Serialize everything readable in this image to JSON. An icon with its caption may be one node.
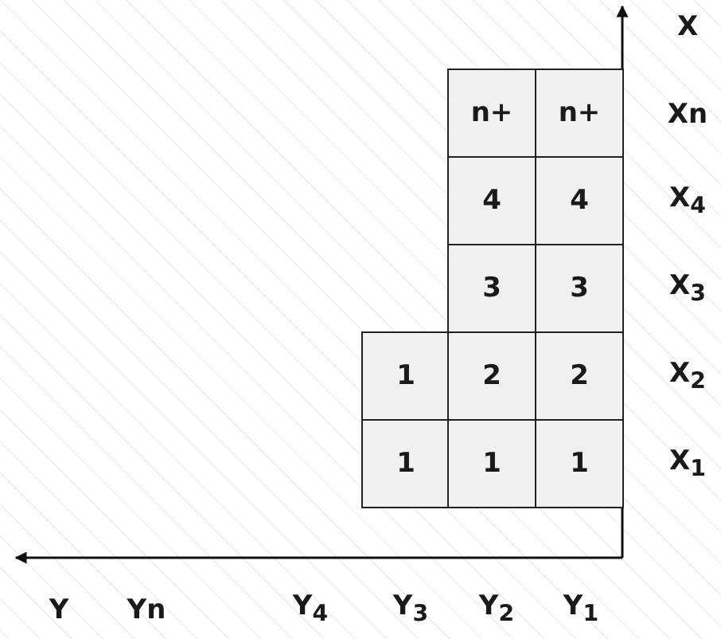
{
  "diagram": {
    "labels": [
      "X",
      "n+",
      "n+",
      "Xn",
      "4",
      "4",
      "X$_{4}$",
      "3",
      "3",
      "X$_{3}$",
      "1",
      "2",
      "2",
      "X$_{2}$",
      "1",
      "1",
      "1",
      "X$_{1}$",
      "Y",
      "Yn",
      "Y$_{4}$",
      "Y$_{3}$",
      "Y$_{2}$",
      "Y$_{1}$"
    ]
  }
}
